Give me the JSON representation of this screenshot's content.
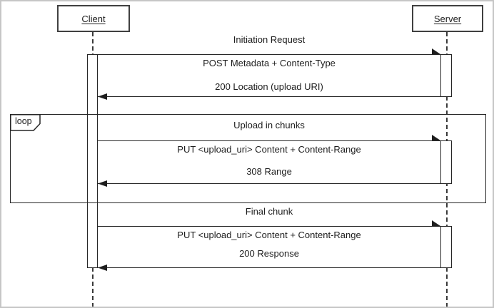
{
  "diagram": {
    "kind": "sequence-diagram",
    "actors": [
      {
        "id": "client",
        "label": "Client"
      },
      {
        "id": "server",
        "label": "Server"
      }
    ],
    "loop_label": "loop",
    "sections": [
      {
        "title": "Initiation Request",
        "request": "POST Metadata + Content-Type",
        "response": "200 Location (upload URI)"
      },
      {
        "fragment": "loop",
        "title": "Upload in chunks",
        "request": "PUT <upload_uri> Content + Content-Range",
        "response": "308 Range"
      },
      {
        "title": "Final chunk",
        "request": "PUT <upload_uri> Content + Content-Range",
        "response": "200 Response"
      }
    ],
    "colors": {
      "line": "#262626",
      "text": "#1d1d1d",
      "frame_border": "#c6c6c6",
      "background": "#ffffff"
    }
  }
}
